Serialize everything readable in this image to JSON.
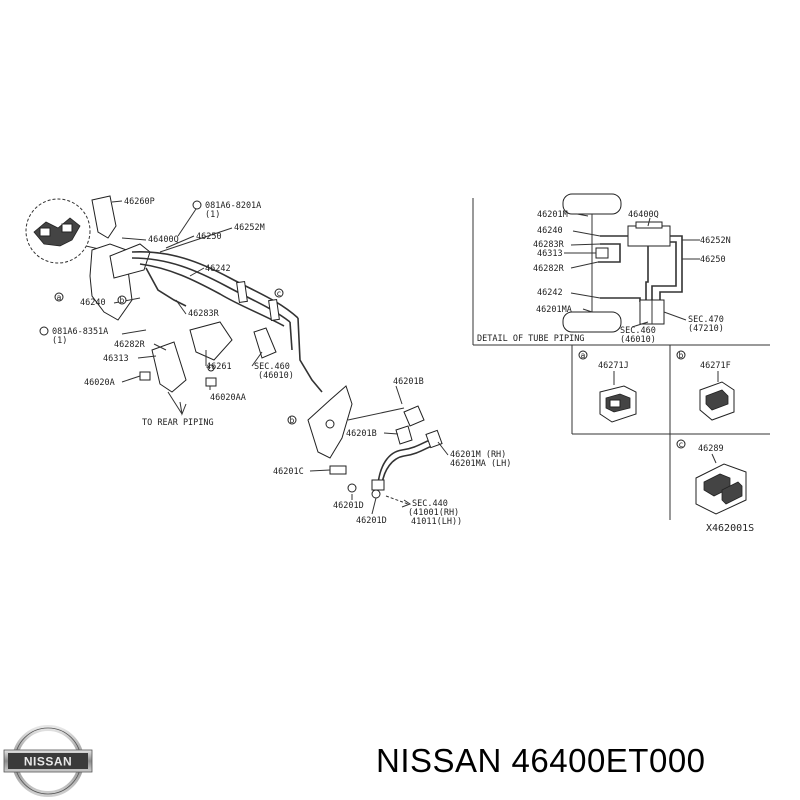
{
  "brand": "NISSAN",
  "part_number": "46400ET000",
  "title": "NISSAN 46400ET000",
  "diagram": {
    "main_labels": {
      "p46260P": "46260P",
      "bolt1": "081A6-8201A",
      "bolt1_qty": "(1)",
      "p46400Q": "46400Q",
      "p46250": "46250",
      "p46252M": "46252M",
      "p46242": "46242",
      "p46240": "46240",
      "p46283R": "46283R",
      "bolt2": "081A6-8351A",
      "bolt2_qty": "(1)",
      "p46282R": "46282R",
      "p46313": "46313",
      "p46261": "46261",
      "sec460": "SEC.460",
      "sec460_ref": "(46010)",
      "p46020A": "46020A",
      "p46020AA": "46020AA",
      "rear": "TO REAR PIPING",
      "p46201B_a": "46201B",
      "p46201B_b": "46201B",
      "p46201M": "46201M (RH)",
      "p46201MA": "46201MA (LH)",
      "p46201C": "46201C",
      "p46201D_a": "46201D",
      "p46201D_b": "46201D",
      "sec440": "SEC.440",
      "sec440_rh": "(41001(RH)",
      "sec440_lh": "41011(LH))"
    },
    "detail": {
      "caption": "DETAIL OF TUBE PIPING",
      "labels": {
        "p46201M": "46201M",
        "p46240": "46240",
        "p46283R": "46283R",
        "p46313": "46313",
        "p46282R": "46282R",
        "p46242": "46242",
        "p46201MA": "46201MA",
        "p46400Q": "46400Q",
        "p46252N": "46252N",
        "p46250": "46250",
        "sec470": "SEC.470",
        "sec470_ref": "(47210)",
        "sec460": "SEC.460",
        "sec460_ref": "(46010)"
      }
    },
    "insets": {
      "a_mark": "a",
      "b_mark": "b",
      "c_mark": "c",
      "a_part": "46271J",
      "b_part": "46271F",
      "c_part": "46289",
      "figure_code": "X462001S"
    },
    "callouts": {
      "a": "a",
      "b": "b",
      "c": "c"
    }
  }
}
